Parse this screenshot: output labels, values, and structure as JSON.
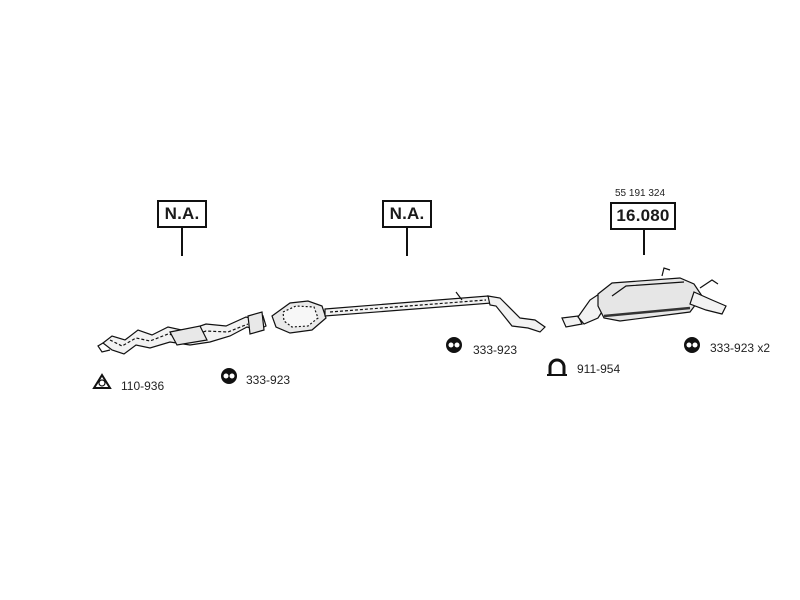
{
  "labels": {
    "front_pipe": "N.A.",
    "middle_section": "N.A.",
    "rear_silencer": "16.080"
  },
  "rear_silencer_oe_number": "55 191 324",
  "fittings": {
    "gasket_front": {
      "code": "110-936",
      "icon": "triangle-gasket-icon"
    },
    "hanger_front": {
      "code": "333-923",
      "icon": "rubber-hanger-icon"
    },
    "hanger_middle": {
      "code": "333-923",
      "icon": "rubber-hanger-icon"
    },
    "clamp": {
      "code": "911-954",
      "icon": "u-clamp-icon"
    },
    "hanger_rear": {
      "code": "333-923 x2",
      "icon": "rubber-hanger-icon"
    }
  },
  "colors": {
    "ink": "#111111",
    "pipe_fill": "#f2f2f2",
    "muffler_fill": "#e6e6e6"
  }
}
